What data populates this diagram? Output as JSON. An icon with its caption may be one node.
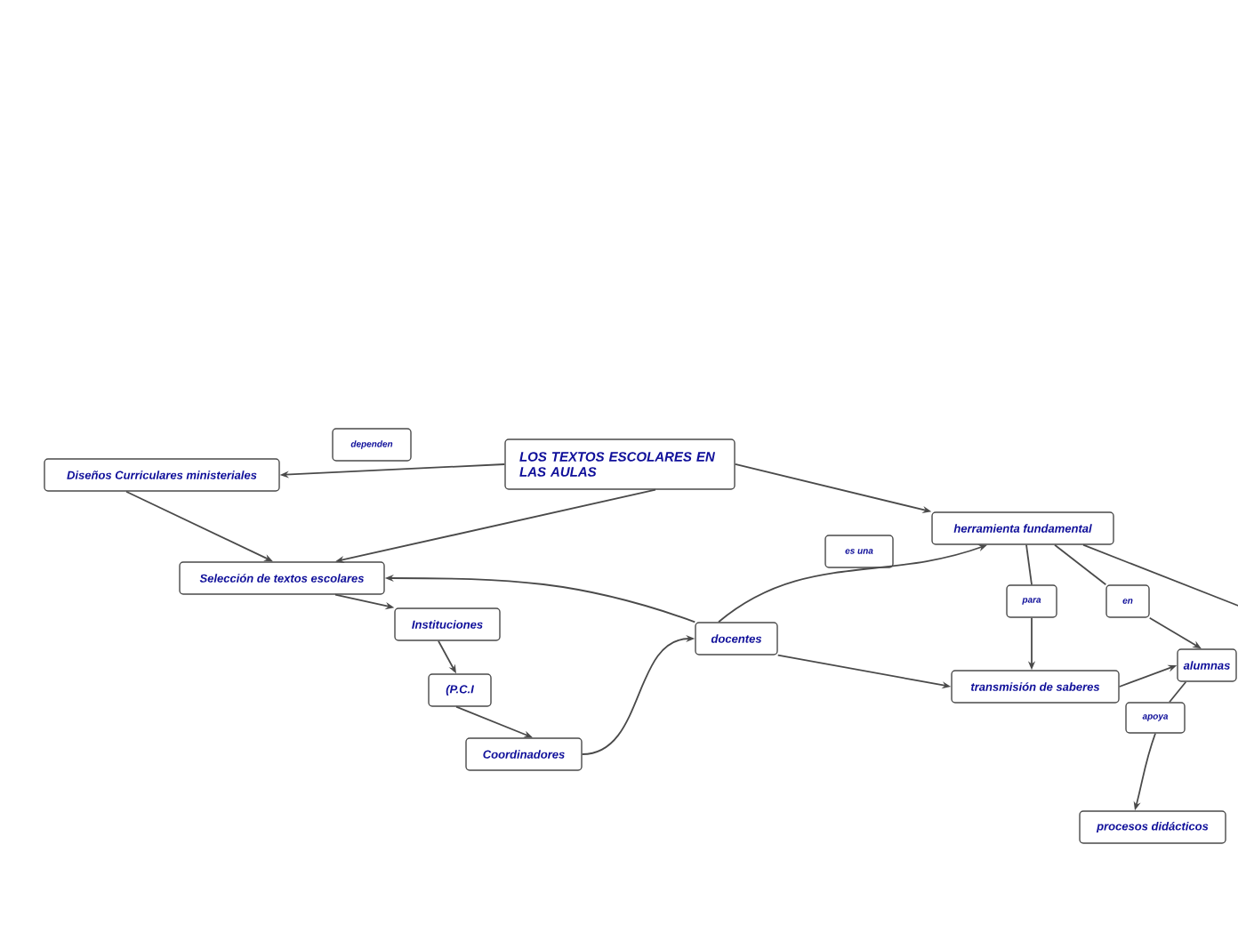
{
  "diagram": {
    "nodes": [
      {
        "text": [
          "LOS TEXTOS ESCOLARES EN LAS AULAS"
        ]
      },
      {
        "text": [
          "Diseños Curriculares ministeriales"
        ]
      },
      {
        "text": [
          "Selección de textos escolares"
        ]
      },
      {
        "text": [
          "Instituciones"
        ]
      },
      {
        "text": [
          "(P.C.I"
        ]
      },
      {
        "text": [
          "Coordinadores"
        ]
      },
      {
        "text": [
          "docentes"
        ]
      },
      {
        "text": [
          "herramienta fundamental"
        ]
      },
      {
        "text": [
          "transmisión de saberes"
        ]
      },
      {
        "text": [
          "alumnas"
        ]
      },
      {
        "text": [
          "procesos didácticos"
        ]
      },
      {
        "text": [
          "dependen"
        ]
      },
      {
        "text": [
          "es una"
        ]
      },
      {
        "text": [
          "para"
        ]
      },
      {
        "text": [
          "en"
        ]
      },
      {
        "text": [
          "apoya"
        ]
      }
    ],
    "edges": [
      {
        "from": 0,
        "to": 1,
        "arrow": "to"
      },
      {
        "from": 1,
        "to": 2,
        "arrow": "to"
      },
      {
        "from": 0,
        "to": 2,
        "arrow": "to"
      },
      {
        "from": 2,
        "to": 3,
        "arrow": "to"
      },
      {
        "from": 3,
        "to": 4,
        "arrow": "to"
      },
      {
        "from": 4,
        "to": 5,
        "arrow": "to"
      },
      {
        "from": 5,
        "to": 6,
        "arrow": "to"
      },
      {
        "from": 6,
        "to": 2,
        "arrow": "to"
      },
      {
        "from": 6,
        "to": 7,
        "arrow": "to"
      },
      {
        "from": 6,
        "to": 8,
        "arrow": "to"
      },
      {
        "from": 7,
        "to": 13,
        "arrow": "none"
      },
      {
        "from": 13,
        "to": 8,
        "arrow": "to"
      },
      {
        "from": 7,
        "to": 14,
        "arrow": "none"
      },
      {
        "from": 14,
        "to": 9,
        "arrow": "to"
      },
      {
        "from": 7,
        "to": null,
        "arrow": "none"
      },
      {
        "from": 0,
        "to": 7,
        "arrow": "to"
      },
      {
        "from": 8,
        "to": 9,
        "arrow": "to"
      },
      {
        "from": 9,
        "to": 15,
        "arrow": "none"
      },
      {
        "from": 15,
        "to": 10,
        "arrow": "to"
      }
    ]
  }
}
